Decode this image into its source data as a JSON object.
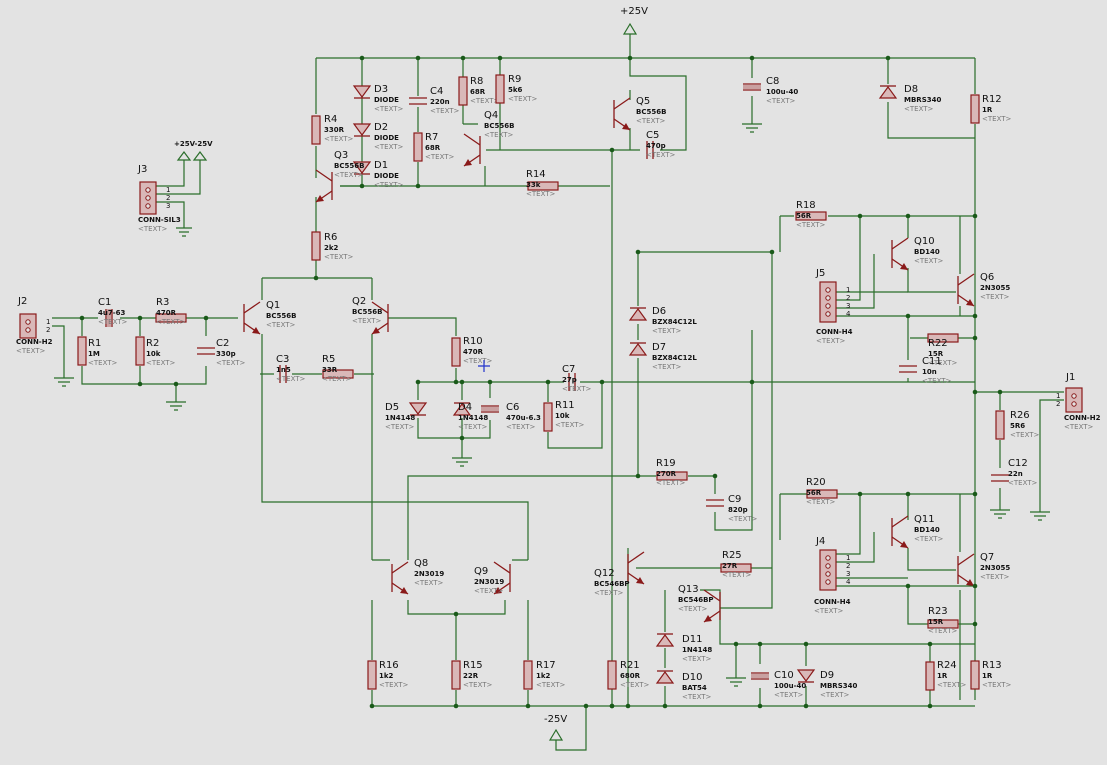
{
  "power": {
    "pos_rail": "+25V",
    "neg_rail": "-25V",
    "j3_label": "+25V-25V"
  },
  "placeholder": "<TEXT>",
  "resistors": [
    {
      "ref": "R1",
      "value": "1M"
    },
    {
      "ref": "R2",
      "value": "10k"
    },
    {
      "ref": "R3",
      "value": "470R"
    },
    {
      "ref": "R4",
      "value": "330R"
    },
    {
      "ref": "R5",
      "value": "33R"
    },
    {
      "ref": "R6",
      "value": "2k2"
    },
    {
      "ref": "R7",
      "value": "68R"
    },
    {
      "ref": "R8",
      "value": "68R"
    },
    {
      "ref": "R9",
      "value": "5k6"
    },
    {
      "ref": "R10",
      "value": "470R"
    },
    {
      "ref": "R11",
      "value": "10k"
    },
    {
      "ref": "R12",
      "value": "1R"
    },
    {
      "ref": "R13",
      "value": "1R"
    },
    {
      "ref": "R14",
      "value": "33k"
    },
    {
      "ref": "R15",
      "value": "22R"
    },
    {
      "ref": "R16",
      "value": "1k2"
    },
    {
      "ref": "R17",
      "value": "1k2"
    },
    {
      "ref": "R18",
      "value": "56R"
    },
    {
      "ref": "R19",
      "value": "270R"
    },
    {
      "ref": "R20",
      "value": "56R"
    },
    {
      "ref": "R21",
      "value": "680R"
    },
    {
      "ref": "R22",
      "value": "15R"
    },
    {
      "ref": "R23",
      "value": "15R"
    },
    {
      "ref": "R24",
      "value": "1R"
    },
    {
      "ref": "R25",
      "value": "27R"
    },
    {
      "ref": "R26",
      "value": "5R6"
    }
  ],
  "capacitors": [
    {
      "ref": "C1",
      "value": "4u7-63"
    },
    {
      "ref": "C2",
      "value": "330p"
    },
    {
      "ref": "C3",
      "value": "1n5"
    },
    {
      "ref": "C4",
      "value": "220n"
    },
    {
      "ref": "C5",
      "value": "470p"
    },
    {
      "ref": "C6",
      "value": "470u-6.3"
    },
    {
      "ref": "C7",
      "value": "27p"
    },
    {
      "ref": "C8",
      "value": "100u-40"
    },
    {
      "ref": "C9",
      "value": "820p"
    },
    {
      "ref": "C10",
      "value": "100u-40"
    },
    {
      "ref": "C11",
      "value": "10n"
    },
    {
      "ref": "C12",
      "value": "22n"
    }
  ],
  "diodes": [
    {
      "ref": "D1",
      "value": "DIODE"
    },
    {
      "ref": "D2",
      "value": "DIODE"
    },
    {
      "ref": "D3",
      "value": "DIODE"
    },
    {
      "ref": "D4",
      "value": "1N4148"
    },
    {
      "ref": "D5",
      "value": "1N4148"
    },
    {
      "ref": "D6",
      "value": "BZX84C12L"
    },
    {
      "ref": "D7",
      "value": "BZX84C12L"
    },
    {
      "ref": "D8",
      "value": "MBRS340"
    },
    {
      "ref": "D9",
      "value": "MBRS340"
    },
    {
      "ref": "D10",
      "value": "BAT54"
    },
    {
      "ref": "D11",
      "value": "1N4148"
    }
  ],
  "transistors": [
    {
      "ref": "Q1",
      "value": "BC556B"
    },
    {
      "ref": "Q2",
      "value": "BC556B"
    },
    {
      "ref": "Q3",
      "value": "BC556B"
    },
    {
      "ref": "Q4",
      "value": "BC556B"
    },
    {
      "ref": "Q5",
      "value": "BC556B"
    },
    {
      "ref": "Q6",
      "value": "2N3055"
    },
    {
      "ref": "Q7",
      "value": "2N3055"
    },
    {
      "ref": "Q8",
      "value": "2N3019"
    },
    {
      "ref": "Q9",
      "value": "2N3019"
    },
    {
      "ref": "Q10",
      "value": "BD140"
    },
    {
      "ref": "Q11",
      "value": "BD140"
    },
    {
      "ref": "Q12",
      "value": "BC546BP"
    },
    {
      "ref": "Q13",
      "value": "BC546BP"
    }
  ],
  "connectors": [
    {
      "ref": "J1",
      "value": "CONN-H2",
      "pins": [
        "1",
        "2"
      ]
    },
    {
      "ref": "J2",
      "value": "CONN-H2",
      "pins": [
        "1",
        "2"
      ]
    },
    {
      "ref": "J3",
      "value": "CONN-SIL3",
      "pins": [
        "1",
        "2",
        "3"
      ]
    },
    {
      "ref": "J4",
      "value": "CONN-H4",
      "pins": [
        "1",
        "2",
        "3",
        "4"
      ]
    },
    {
      "ref": "J5",
      "value": "CONN-H4",
      "pins": [
        "1",
        "2",
        "3",
        "4"
      ]
    }
  ]
}
